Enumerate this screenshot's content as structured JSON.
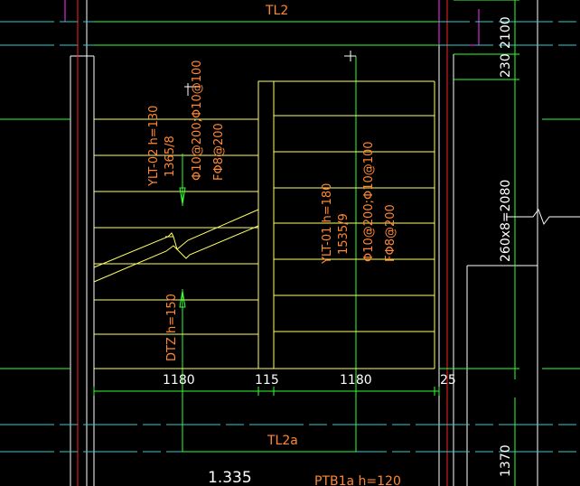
{
  "colors": {
    "background": "#000000",
    "white_line": "#ffffff",
    "red_line": "#ff2020",
    "yellow": "#ffff66",
    "green": "#33ff33",
    "cyan": "#33cccc",
    "magenta": "#ff33ff",
    "orange_text": "#ff8833",
    "dim_text": "#ffffff"
  },
  "labels": {
    "tl2": "TL2",
    "tl2a": "TL2a",
    "ptb": "PTB1a h=120",
    "level": "1.335",
    "ylt02_title": "YLT-02 h=130",
    "ylt02_span": "1365/8",
    "ylt02_rebar": "Φ10@200;Φ10@100",
    "ylt02_dist": "FΦ8@200",
    "ylt01_title": "YLT-01 h=180",
    "ylt01_span": "1535/9",
    "ylt01_rebar": "Φ10@200;Φ10@100",
    "ylt01_dist": "FΦ8@200",
    "dtz": "DTZ h=150"
  },
  "dimensions": {
    "bottom": [
      "1180",
      "115",
      "1180",
      "25"
    ],
    "right": [
      "2100",
      "230",
      "260x8=2080",
      "1370"
    ]
  }
}
